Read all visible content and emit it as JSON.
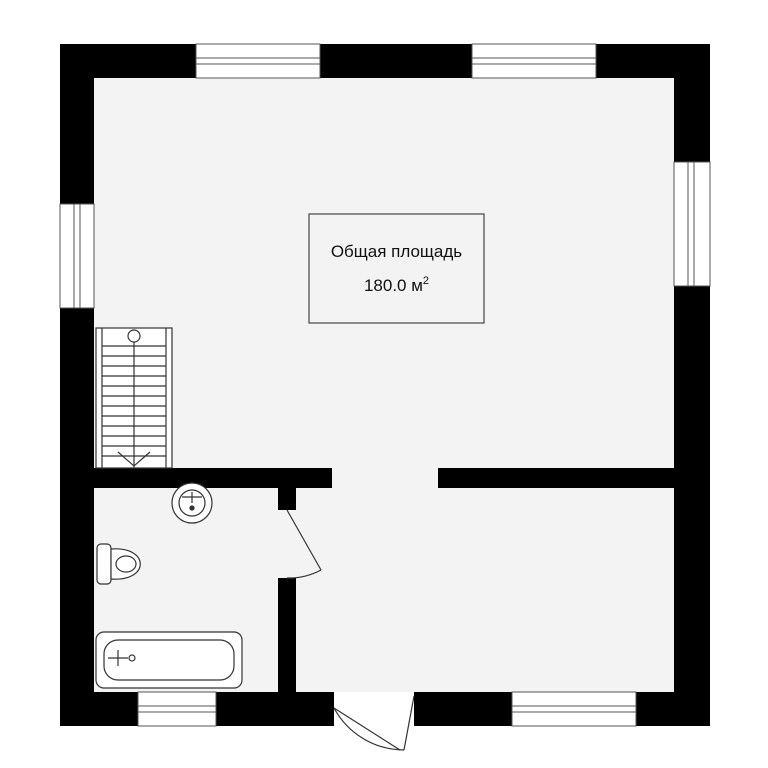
{
  "area_label": {
    "title": "Общая площадь",
    "value": "180.0",
    "unit": "м",
    "unit_power": "2"
  },
  "colors": {
    "wall": "#000000",
    "floor": "#f3f3f3",
    "line": "#444444",
    "background": "#ffffff"
  }
}
